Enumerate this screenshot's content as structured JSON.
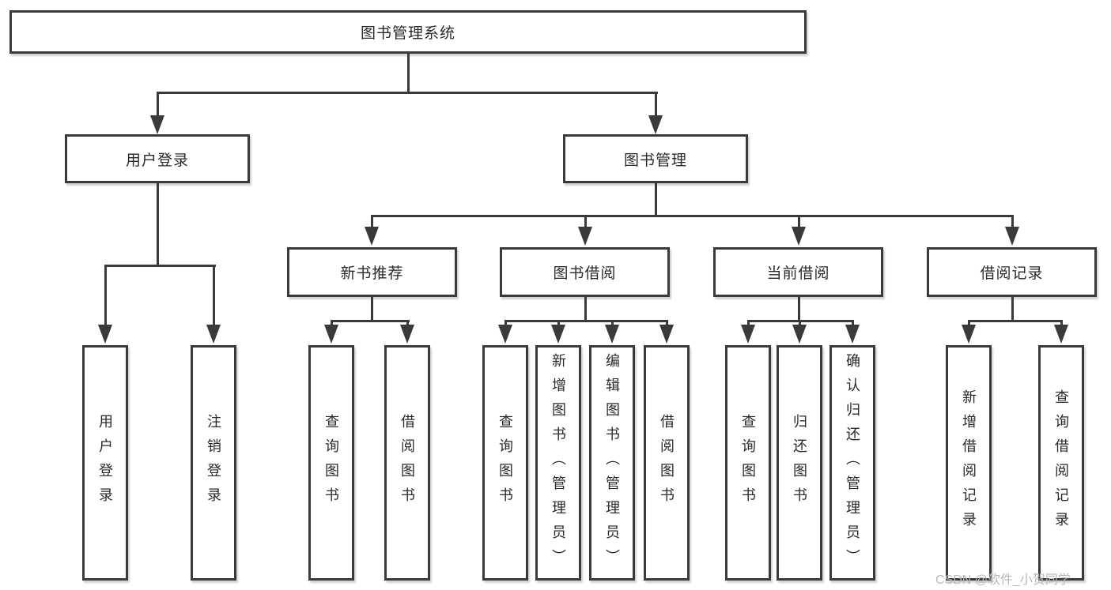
{
  "tree": {
    "label": "图书管理系统",
    "children": [
      {
        "label": "用户登录",
        "children": [
          {
            "label": "用户登录"
          },
          {
            "label": "注销登录"
          }
        ]
      },
      {
        "label": "图书管理",
        "children": [
          {
            "label": "新书推荐",
            "children": [
              {
                "label": "查询图书"
              },
              {
                "label": "借阅图书"
              }
            ]
          },
          {
            "label": "图书借阅",
            "children": [
              {
                "label": "查询图书"
              },
              {
                "label": "新增图书（管理员）"
              },
              {
                "label": "编辑图书（管理员）"
              },
              {
                "label": "借阅图书"
              }
            ]
          },
          {
            "label": "当前借阅",
            "children": [
              {
                "label": "查询图书"
              },
              {
                "label": "归还图书"
              },
              {
                "label": "确认归还（管理员）"
              }
            ]
          },
          {
            "label": "借阅记录",
            "children": [
              {
                "label": "新增借阅记录"
              },
              {
                "label": "查询借阅记录"
              }
            ]
          }
        ]
      }
    ]
  },
  "watermark": "CSDN @软件_小贺同学",
  "colors": {
    "line": "#3a3a3a",
    "text": "#2a2a2a",
    "watermark": "#b9b9b9",
    "background": "#ffffff"
  }
}
